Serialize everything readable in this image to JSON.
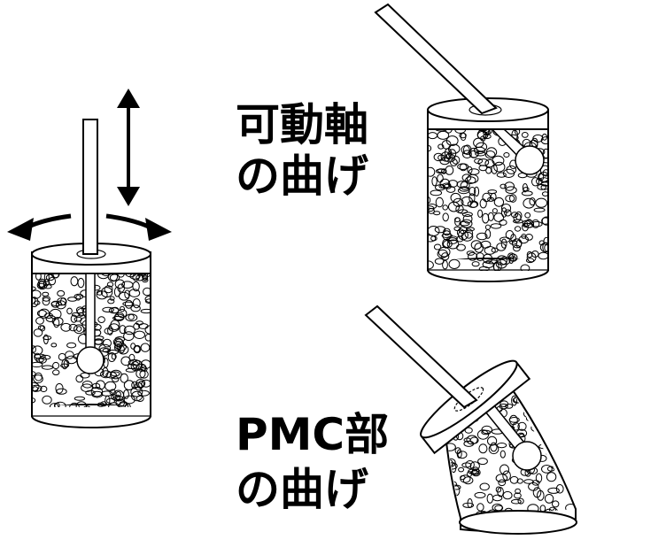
{
  "labels": {
    "shaft_bend_line1": "可動軸",
    "shaft_bend_line2": "の曲げ",
    "pmc_bend_line1": "PMC部",
    "pmc_bend_line2": "の曲げ"
  },
  "colors": {
    "line": "#000000",
    "background": "#ffffff"
  }
}
